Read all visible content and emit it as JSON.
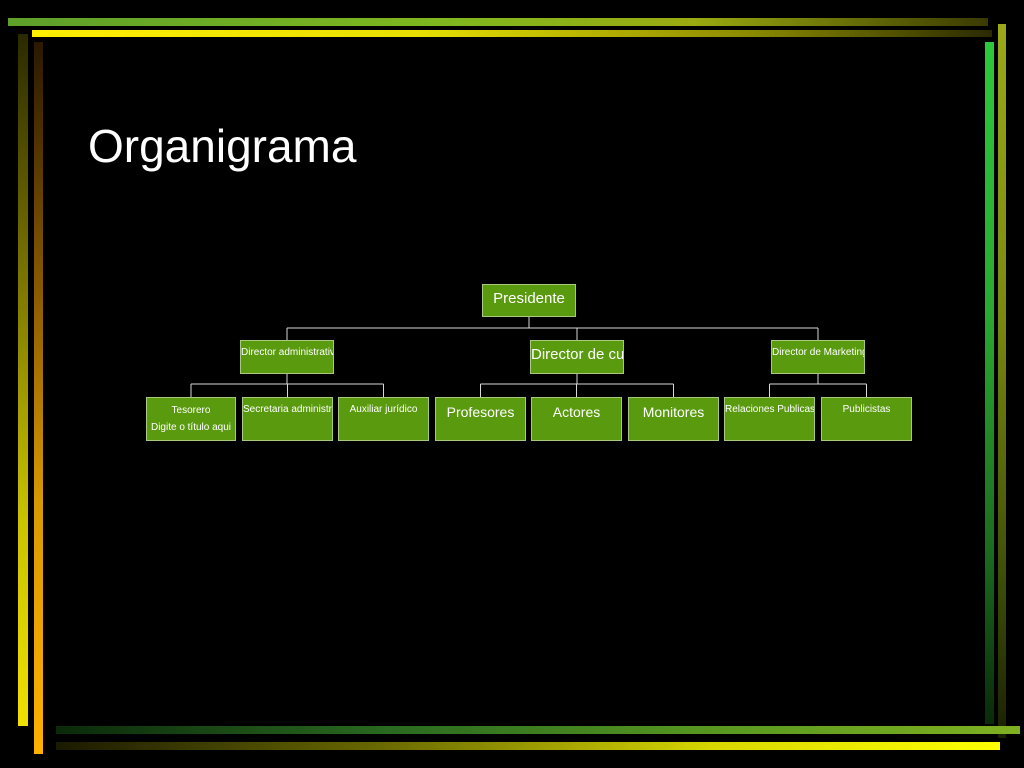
{
  "slide": {
    "title": "Organigrama"
  },
  "colors": {
    "background": "#000000",
    "node_fill": "#5a9a0e",
    "node_border": "#a8c880",
    "connector": "#d8d8d8",
    "text": "#ffffff"
  },
  "org_chart": {
    "president": "Presidente",
    "directors": [
      {
        "label": "Director administrativo",
        "reports": [
          {
            "lines": [
              "Tesorero",
              "Digite o título aqui"
            ]
          },
          {
            "lines": [
              "Secretaria administrativa"
            ]
          },
          {
            "lines": [
              "Auxiliar jurídico"
            ]
          }
        ]
      },
      {
        "label": "Director de cursos",
        "reports": [
          {
            "lines": [
              "Profesores"
            ]
          },
          {
            "lines": [
              "Actores"
            ]
          },
          {
            "lines": [
              "Monitores"
            ]
          }
        ]
      },
      {
        "label": "Director de Marketing",
        "reports": [
          {
            "lines": [
              "Relaciones Publicas"
            ]
          },
          {
            "lines": [
              "Publicistas"
            ]
          }
        ]
      }
    ]
  }
}
